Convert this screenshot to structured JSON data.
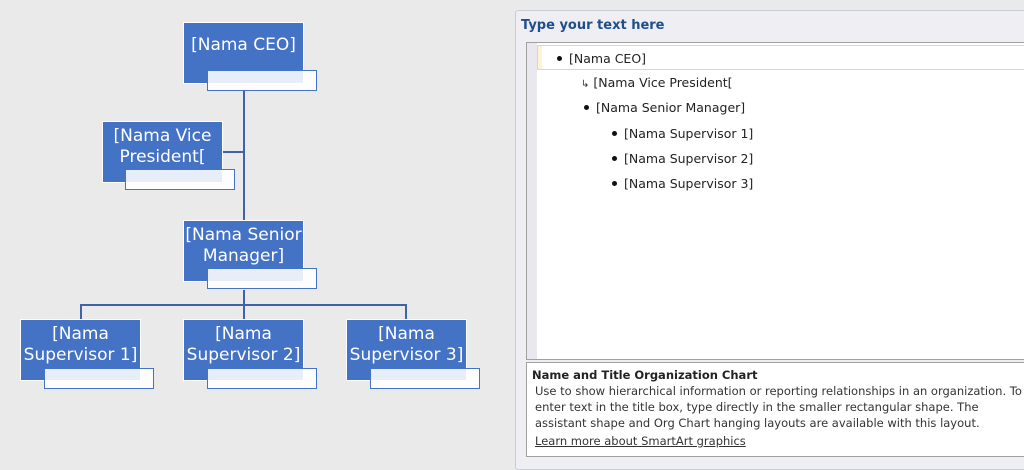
{
  "chart": {
    "nodes": [
      {
        "id": "ceo",
        "label": "[Nama CEO]"
      },
      {
        "id": "vp",
        "label": "[Nama Vice President["
      },
      {
        "id": "sm",
        "label": "[Nama Senior Manager]"
      },
      {
        "id": "s1",
        "label": "[Nama Supervisor 1]"
      },
      {
        "id": "s2",
        "label": "[Nama Supervisor 2]"
      },
      {
        "id": "s3",
        "label": "[Nama Supervisor 3]"
      }
    ],
    "box_color": "#4472c4"
  },
  "panel": {
    "title": "Type your text here",
    "items": [
      {
        "text": "[Nama CEO]",
        "level": 1,
        "bullet": "bullet",
        "selected": true
      },
      {
        "text": "[Nama Vice President[",
        "level": 2,
        "bullet": "assistant-arrow"
      },
      {
        "text": "[Nama Senior Manager]",
        "level": 2,
        "bullet": "bullet"
      },
      {
        "text": "[Nama Supervisor 1]",
        "level": 3,
        "bullet": "bullet"
      },
      {
        "text": "[Nama Supervisor 2]",
        "level": 3,
        "bullet": "bullet"
      },
      {
        "text": "[Nama Supervisor 3]",
        "level": 3,
        "bullet": "bullet"
      }
    ],
    "desc_title": "Name and Title Organization Chart",
    "desc_text": "Use to show hierarchical information or reporting relationships in an organization. To enter text in the title box, type directly in the smaller rectangular shape. The assistant shape and Org Chart hanging layouts are available with this layout.",
    "learn_more": "Learn more about SmartArt graphics"
  }
}
